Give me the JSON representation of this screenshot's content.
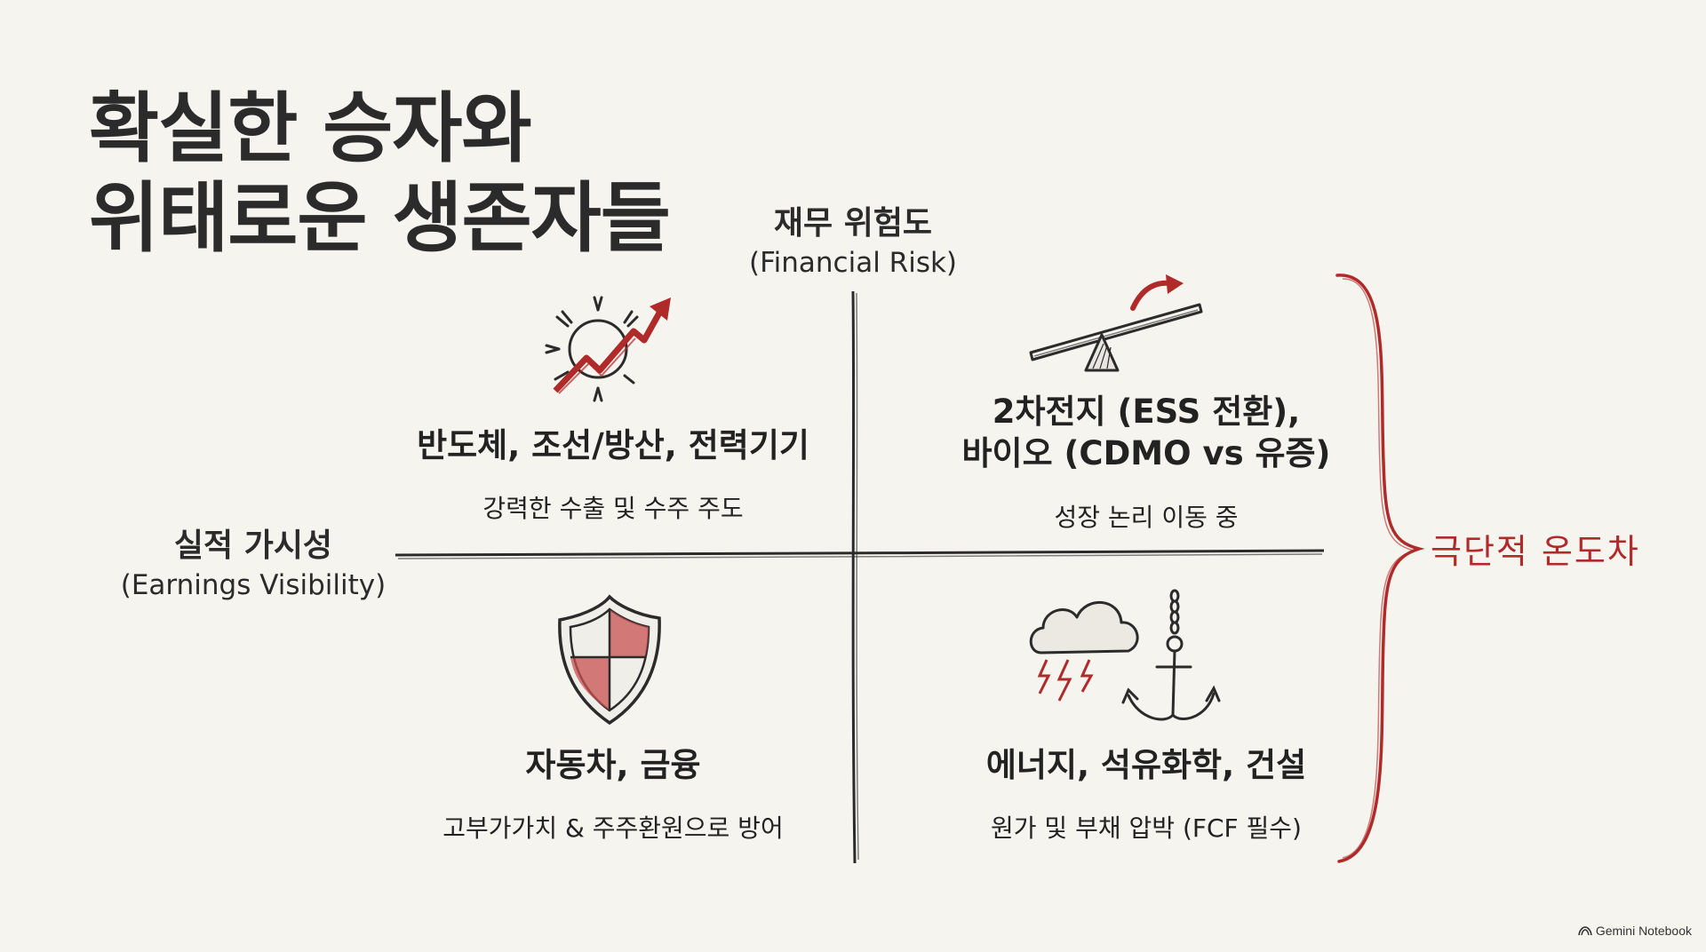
{
  "title": {
    "line1": "확실한 승자와",
    "line2": "위태로운 생존자들"
  },
  "axes": {
    "y": {
      "label_ko": "재무 위험도",
      "label_en": "(Financial Risk)"
    },
    "x": {
      "label_ko": "실적 가시성",
      "label_en": "(Earnings Visibility)"
    }
  },
  "quadrants": {
    "top_left": {
      "icon": "sun-arrow-up-icon",
      "main": "반도체, 조선/방산, 전력기기",
      "sub": "강력한 수출 및 수주 주도"
    },
    "top_right": {
      "icon": "seesaw-icon",
      "main_line1": "2차전지 (ESS 전환),",
      "main_line2": "바이오 (CDMO vs 유증)",
      "sub": "성장 논리 이동 중"
    },
    "bottom_left": {
      "icon": "shield-icon",
      "main": "자동차, 금융",
      "sub": "고부가가치 & 주주환원으로 방어"
    },
    "bottom_right": {
      "icon": "storm-anchor-icon",
      "main": "에너지, 석유화학, 건설",
      "sub": "원가 및 부채 압박 (FCF 필수)"
    }
  },
  "brace": {
    "label": "극단적 온도차"
  },
  "watermark": {
    "text": "Gemini Notebook"
  },
  "colors": {
    "background": "#f5f4ef",
    "accent_red": "#b02a2a",
    "ink": "#2b2b2b"
  }
}
